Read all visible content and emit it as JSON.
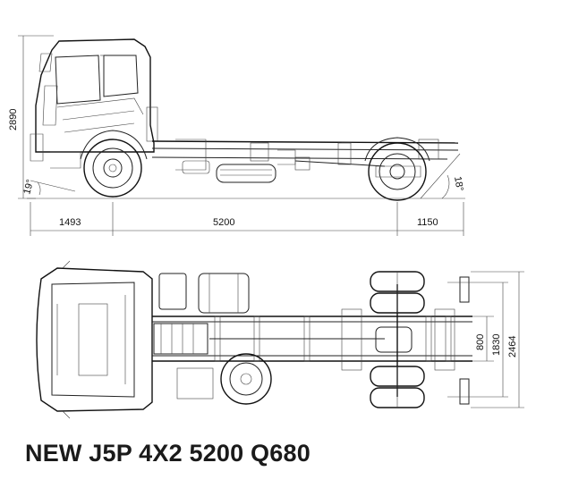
{
  "caption": "NEW J5P 4X2 5200 Q680",
  "side_view": {
    "height_label": "2890",
    "approach_angle_label": "19°",
    "departure_angle_label": "18°",
    "front_overhang_label": "1493",
    "wheelbase_label": "5200",
    "rear_overhang_label": "1150"
  },
  "top_view": {
    "frame_width_label": "800",
    "track_label": "1830",
    "overall_width_label": "2464"
  }
}
